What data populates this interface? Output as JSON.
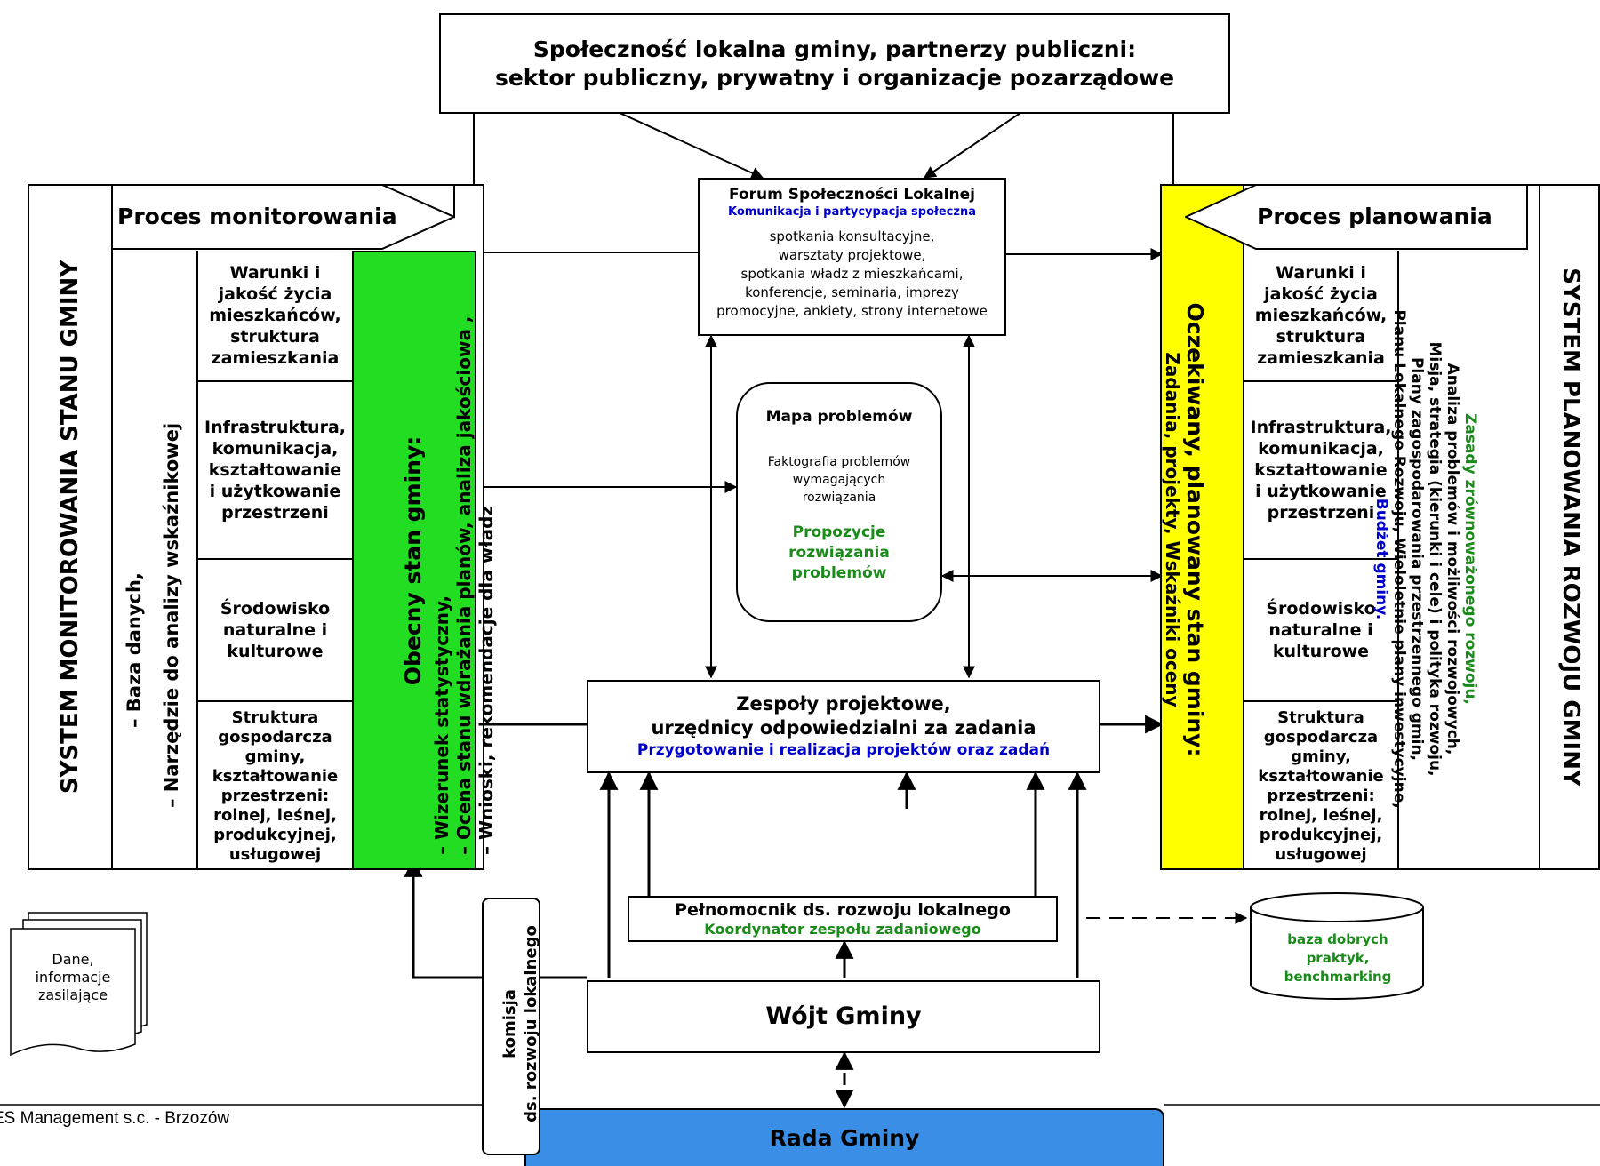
{
  "top_box": {
    "line1": "Społeczność lokalna gminy, partnerzy publiczni:",
    "line2": "sektor publiczny, prywatny i organizacje pozarządowe"
  },
  "monitoring": {
    "system_title": "SYSTEM   MONITOROWANIA STANU   GMINY",
    "process_label": "Proces monitorowania",
    "tools": [
      "–   Baza danych,",
      "–   Narzędzie do analizy wskaźnikowej"
    ],
    "areas": [
      "Warunki i jakość życia mieszkańców, struktura zamieszkania",
      "Infrastruktura, komunikacja, kształtowanie i użytkowanie przestrzeni",
      "Środowisko naturalne i kulturowe",
      "Struktura gospodarcza gminy, kształtowanie przestrzeni: rolnej, leśnej, produkcyjnej, usługowej"
    ],
    "current_state_title": "Obecny  stan gminy:",
    "current_state_items": [
      "– Wizerunek statystyczny,",
      "– Ocena stanu wdrażania planów, analiza jakościowa ,",
      "– Wnioski, rekomendacje dla władz"
    ]
  },
  "planning": {
    "system_title": "SYSTEM   PLANOWANIA   ROZWOJU   GMINY",
    "process_label": "Proces planowania",
    "expected_state_title": "Oczekiwany, planowany stan gminy:",
    "expected_state_sub": "Zadania, projekty, Wskaźniki oceny",
    "areas": [
      "Warunki i jakość życia mieszkańców, struktura zamieszkania",
      "Infrastruktura, komunikacja, kształtowanie i użytkowanie przestrzeni",
      "Środowisko naturalne i kulturowe",
      "Struktura gospodarcza gminy, kształtowanie przestrzeni: rolnej, leśnej, produkcyjnej, usługowej"
    ],
    "principles_title": "Zasady zrównoważonego rozwoju,",
    "principles_lines": [
      "Analiza problemów i  możliwości rozwojowych,",
      "Misja, strategia (kierunki i cele) i polityka rozwoju,",
      "Plany zagospodarowania przestrzennego gmin,",
      "Planu Lokalnego Rozwoju, Wieloletnie plany inwestycyjne,"
    ],
    "budget": "Budżet gminy."
  },
  "forum": {
    "title": "Forum Społeczności Lokalnej",
    "subtitle": "Komunikacja i  partycypacja społeczna",
    "lines": [
      "spotkania konsultacyjne,",
      "warsztaty projektowe,",
      "spotkania władz z mieszkańcami,",
      "konferencje, seminaria, imprezy",
      "promocyjne, ankiety, strony internetowe"
    ]
  },
  "problem_map": {
    "title": "Mapa problemów",
    "desc_lines": [
      "Faktografia problemów",
      "wymagających",
      "rozwiązania"
    ],
    "solutions_lines": [
      "Propozycje",
      "rozwiązania",
      "problemów"
    ]
  },
  "project_teams": {
    "line1": "Zespoły projektowe,",
    "line2": "urzędnicy odpowiedzialni za zadania",
    "sub": "Przygotowanie i realizacja  projektów oraz zadań"
  },
  "plenipotentiary": {
    "title": "Pełnomocnik ds. rozwoju lokalnego",
    "sub": "Koordynator zespołu zadaniowego"
  },
  "wojt": "Wójt Gminy",
  "rada": "Rada Gminy",
  "commission": {
    "line1": "komisja",
    "line2": "ds. rozwoju lokalnego"
  },
  "data_input": [
    "Dane,",
    "informacje",
    "zasilające"
  ],
  "good_practices": [
    "baza dobrych",
    "praktyk,",
    "benchmarking"
  ],
  "footer": "ES Management s.c. - Brzozów",
  "colors": {
    "green_panel": "#22dd22",
    "yellow_panel": "#ffff00",
    "rada_blue": "#3a8ee6",
    "accent_blue": "#0000cc",
    "accent_green": "#1a8a1a"
  }
}
